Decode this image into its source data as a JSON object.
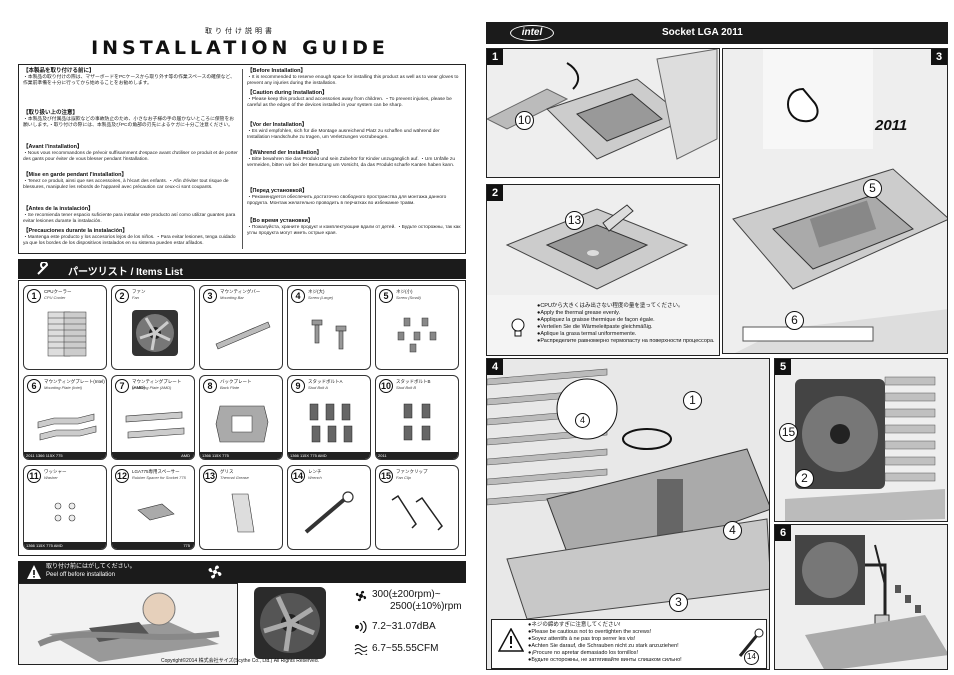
{
  "left": {
    "subtitle": "取り付け説明書",
    "title": "INSTALLATION GUIDE",
    "cautions_left": [
      {
        "head": "【本製品を取り付ける前に】",
        "text": "・本製品の取り付けの際は、マザーボードをPCケースから取り外す等の作業スペースの確保など、作業前準備を十分に行ってから始めることをお勧めします。"
      },
      {
        "head": "【取り扱い上の注意】",
        "text": "・本製品及び付属品は誤飲などの事故防止のため、小さなお子様の手の届かないところに保管をお願いします。・取り付けの際には、本製品及びPCの角部の刃先によるケガに十分ご注意ください。"
      },
      {
        "head": "【Avant l'installation】",
        "text": "・Nous vous recommandons de prévoir suffisamment d'espace avant d'utiliser ce produit et de porter des gants pour éviter de vous blesser pendant l'installation."
      },
      {
        "head": "【Mise en garde pendant l'installation】",
        "text": "・Tenez ce produit, ainsi que ses accessoires, à l'écart des enfants. ・Afin d'éviter tout risque de blessures, manipulez les rebords de l'appareil avec précaution car ceux-ci sont coupants."
      },
      {
        "head": "【Antes de la instalación】",
        "text": "・Se recomienda tener espacio suficiente para instalar este producto así como utilizar guantes para evitar lesiones durante la instalación."
      },
      {
        "head": "【Precauciones durante la instalación】",
        "text": "・Mantenga este producto y los accesorios lejos de los niños. ・Para evitar lesiones, tenga cuidado ya que los bordes de los dispositivos instalados en su sistema pueden estar afilados."
      }
    ],
    "cautions_right": [
      {
        "head": "【Before Installation】",
        "text": "・It is recommended to reserve enough space for installing this product as well as to wear gloves to prevent any injuries during the installation."
      },
      {
        "head": "【Caution during Installation】",
        "text": "・Please keep this product and accessories away from children. ・To prevent injuries, please be careful as the edges of the devices installed in your system can be sharp."
      },
      {
        "head": "【Vor der Installation】",
        "text": "・Es wird empfohlen, sich für die Montage ausreichend Platz zu schaffen und während der Installation Handschuhe zu tragen, um Verletzungen vorzubeugen."
      },
      {
        "head": "【Während der Installation】",
        "text": "・Bitte bewahren Sie das Produkt und sein Zubehör für Kinder unzugänglich auf. ・Um Unfälle zu vermeiden, bitten wir bei der Benutzung um Vorsicht, da das Produkt scharfe Kanten haben kann."
      },
      {
        "head": "【Перед установкой】",
        "text": "・Рекомендуется обеспечить достаточно свободного пространства для монтажа данного продукта. Монтаж желательно проводить в перчатках во избежание травм."
      },
      {
        "head": "【Во время установки】",
        "text": "・Пожалуйста, храните продукт и комплектующие вдали от детей. ・Будьте осторожны, так как углы продукта могут иметь острые края."
      }
    ],
    "items_title": "パーツリスト / Items List",
    "items": [
      {
        "num": "1",
        "jp": "CPUクーラー",
        "en": "CPU Cooler",
        "compat": ""
      },
      {
        "num": "2",
        "jp": "ファン",
        "en": "Fan",
        "compat": ""
      },
      {
        "num": "3",
        "jp": "マウンティングバー",
        "en": "Mounting Bar",
        "compat": ""
      },
      {
        "num": "4",
        "jp": "ネジ(大)",
        "en": "Screw (Large)",
        "compat": ""
      },
      {
        "num": "5",
        "jp": "ネジ(小)",
        "en": "Screw (Small)",
        "compat": ""
      },
      {
        "num": "6",
        "jp": "マウンティングプレート(Intel)",
        "en": "Mounting Plate (Intel)",
        "compat": "2011  1366  115X  775"
      },
      {
        "num": "7",
        "jp": "マウンティングプレート(AMD)",
        "en": "Mounting Plate (AMD)",
        "compat": "AMD"
      },
      {
        "num": "8",
        "jp": "バックプレート",
        "en": "Back Plate",
        "compat": "1366  115X  775"
      },
      {
        "num": "9",
        "jp": "スタッドボルトA",
        "en": "Stud Bolt A",
        "compat": "1366  115X  775  AMD"
      },
      {
        "num": "10",
        "jp": "スタッドボルトB",
        "en": "Stud Bolt B",
        "compat": "2011"
      },
      {
        "num": "11",
        "jp": "ワッシャー",
        "en": "Washer",
        "compat": "1366  115X  775  AMD"
      },
      {
        "num": "12",
        "jp": "LGA775専用スペーサー",
        "en": "Rubber Spacer for Socket 775",
        "compat": "775"
      },
      {
        "num": "13",
        "jp": "グリス",
        "en": "Thermal Grease",
        "compat": ""
      },
      {
        "num": "14",
        "jp": "レンチ",
        "en": "Wrench",
        "compat": ""
      },
      {
        "num": "15",
        "jp": "ファンクリップ",
        "en": "Fan Clip",
        "compat": ""
      }
    ],
    "peel_jp": "取り付け前にはがしてください。",
    "peel_en": "Peel off before installation",
    "specs": {
      "rpm1": "300(±200rpm)~",
      "rpm2": "2500(±10%)rpm",
      "noise": "7.2~31.07dBA",
      "airflow": "6.7~55.55CFM"
    },
    "copyright": "Copyright©2014 株式会社サイズ(Scythe Co., Ltd.) All Rights Reserved."
  },
  "right": {
    "intel": "intel",
    "socket_title": "Socket LGA 2011",
    "panels": {
      "p1": "1",
      "p2": "2",
      "p3": "3",
      "p4": "4",
      "p5": "5",
      "p6": "6"
    },
    "callouts": {
      "c10": "10",
      "c13": "13",
      "c5": "5",
      "c6": "6",
      "c1": "1",
      "c4a": "4",
      "c4b": "4",
      "c3": "3",
      "c15": "15",
      "c2": "2",
      "c14": "14"
    },
    "label_2011": "2011",
    "grease_notes": [
      "●CPUから大きくはみ出さない程度の量を塗ってください。",
      "●Apply the thermal grease evenly.",
      "●Appliquez la graisse thermique de façon égale.",
      "●Verteilen Sie die Wärmeleitpaste gleichmäßig.",
      "●Aplique la grasa termal uniformemente.",
      "●Распределите равномерно термопасту на поверхности процессора."
    ],
    "screw_notes": [
      "●ネジの締めすぎに注意してください!",
      "●Please be cautious not to overtighten the screws!",
      "●Soyez attentifs à ne pas trop serrer les vis!",
      "●Achten Sie darauf, die Schrauben nicht zu stark anzuziehen!",
      "●¡Procure no apretar demasiado los tornillos!",
      "●Будьте осторожны, не затягивайте винты слишком сильно!"
    ]
  }
}
